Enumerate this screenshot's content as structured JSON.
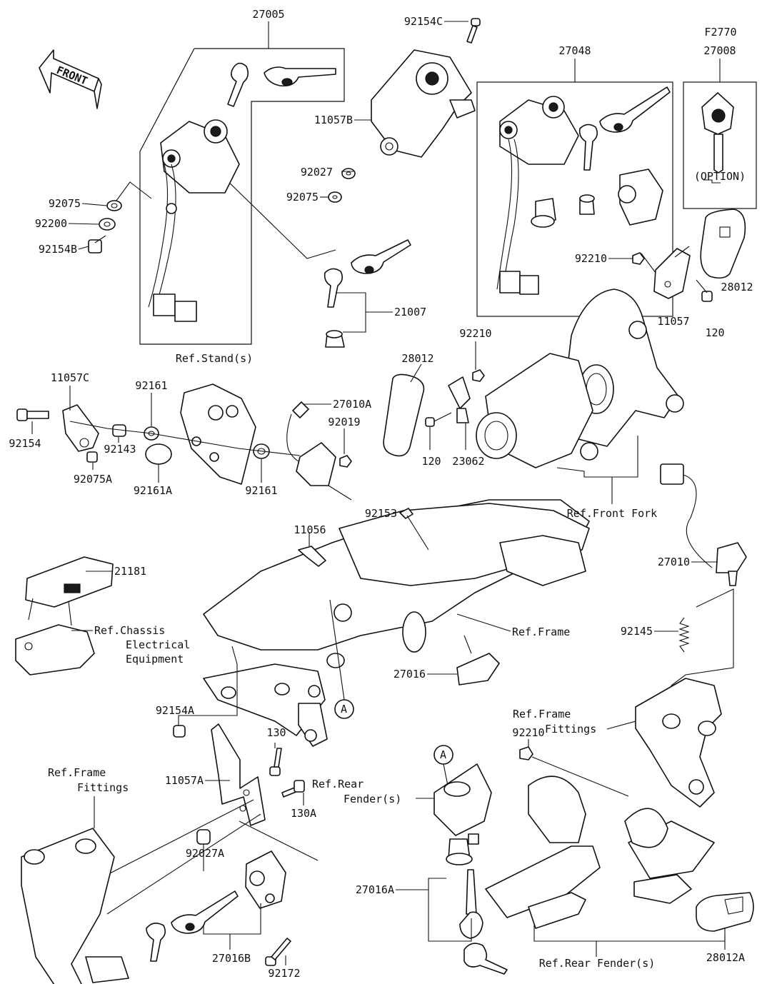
{
  "diagram": {
    "code": "F2770",
    "front_label": "FRONT",
    "option_label": "(OPTION)",
    "labels": [
      {
        "id": "l27005",
        "text": "27005"
      },
      {
        "id": "l92154C",
        "text": "92154C"
      },
      {
        "id": "l27048",
        "text": "27048"
      },
      {
        "id": "l27008",
        "text": "27008"
      },
      {
        "id": "l11057B",
        "text": "11057B"
      },
      {
        "id": "l92027",
        "text": "92027"
      },
      {
        "id": "l92075b",
        "text": "92075"
      },
      {
        "id": "l92075a",
        "text": "92075"
      },
      {
        "id": "l92200",
        "text": "92200"
      },
      {
        "id": "l92154B",
        "text": "92154B"
      },
      {
        "id": "l92210a",
        "text": "92210"
      },
      {
        "id": "l28012a",
        "text": "28012"
      },
      {
        "id": "l11057",
        "text": "11057"
      },
      {
        "id": "l120a",
        "text": "120"
      },
      {
        "id": "l21007",
        "text": "21007"
      },
      {
        "id": "l92210b",
        "text": "92210"
      },
      {
        "id": "l28012b",
        "text": "28012"
      },
      {
        "id": "lstand",
        "text": "Ref.Stand(s)"
      },
      {
        "id": "l11057C",
        "text": "11057C"
      },
      {
        "id": "l92161a",
        "text": "92161"
      },
      {
        "id": "l27010A",
        "text": "27010A"
      },
      {
        "id": "l92019",
        "text": "92019"
      },
      {
        "id": "l92154",
        "text": "92154"
      },
      {
        "id": "l92143",
        "text": "92143"
      },
      {
        "id": "l120b",
        "text": "120"
      },
      {
        "id": "l23062",
        "text": "23062"
      },
      {
        "id": "l92075A",
        "text": "92075A"
      },
      {
        "id": "l92161A",
        "text": "92161A"
      },
      {
        "id": "l92161b",
        "text": "92161"
      },
      {
        "id": "lfork",
        "text": "Ref.Front Fork"
      },
      {
        "id": "l92153",
        "text": "92153"
      },
      {
        "id": "l11056",
        "text": "11056"
      },
      {
        "id": "l21181",
        "text": "21181"
      },
      {
        "id": "lchassis1",
        "text": "Ref.Chassis"
      },
      {
        "id": "lchassis2",
        "text": "Electrical"
      },
      {
        "id": "lchassis3",
        "text": "Equipment"
      },
      {
        "id": "lframe",
        "text": "Ref.Frame"
      },
      {
        "id": "l27010",
        "text": "27010"
      },
      {
        "id": "l92145",
        "text": "92145"
      },
      {
        "id": "l27016",
        "text": "27016"
      },
      {
        "id": "l92154A",
        "text": "92154A"
      },
      {
        "id": "l130",
        "text": "130"
      },
      {
        "id": "lff1a",
        "text": "Ref.Frame"
      },
      {
        "id": "lff1b",
        "text": "Fittings"
      },
      {
        "id": "l92210c",
        "text": "92210"
      },
      {
        "id": "lff2a",
        "text": "Ref.Frame"
      },
      {
        "id": "lff2b",
        "text": "Fittings"
      },
      {
        "id": "l11057A",
        "text": "11057A"
      },
      {
        "id": "lrf1a",
        "text": "Ref.Rear"
      },
      {
        "id": "lrf1b",
        "text": "Fender(s)"
      },
      {
        "id": "l130A",
        "text": "130A"
      },
      {
        "id": "l92027A",
        "text": "92027A"
      },
      {
        "id": "l27016A",
        "text": "27016A"
      },
      {
        "id": "l27016B",
        "text": "27016B"
      },
      {
        "id": "l92172",
        "text": "92172"
      },
      {
        "id": "lrf2",
        "text": "Ref.Rear Fender(s)"
      },
      {
        "id": "l28012A",
        "text": "28012A"
      }
    ],
    "circle_refs": [
      {
        "id": "refA1",
        "text": "A"
      },
      {
        "id": "refA2",
        "text": "A"
      }
    ]
  }
}
